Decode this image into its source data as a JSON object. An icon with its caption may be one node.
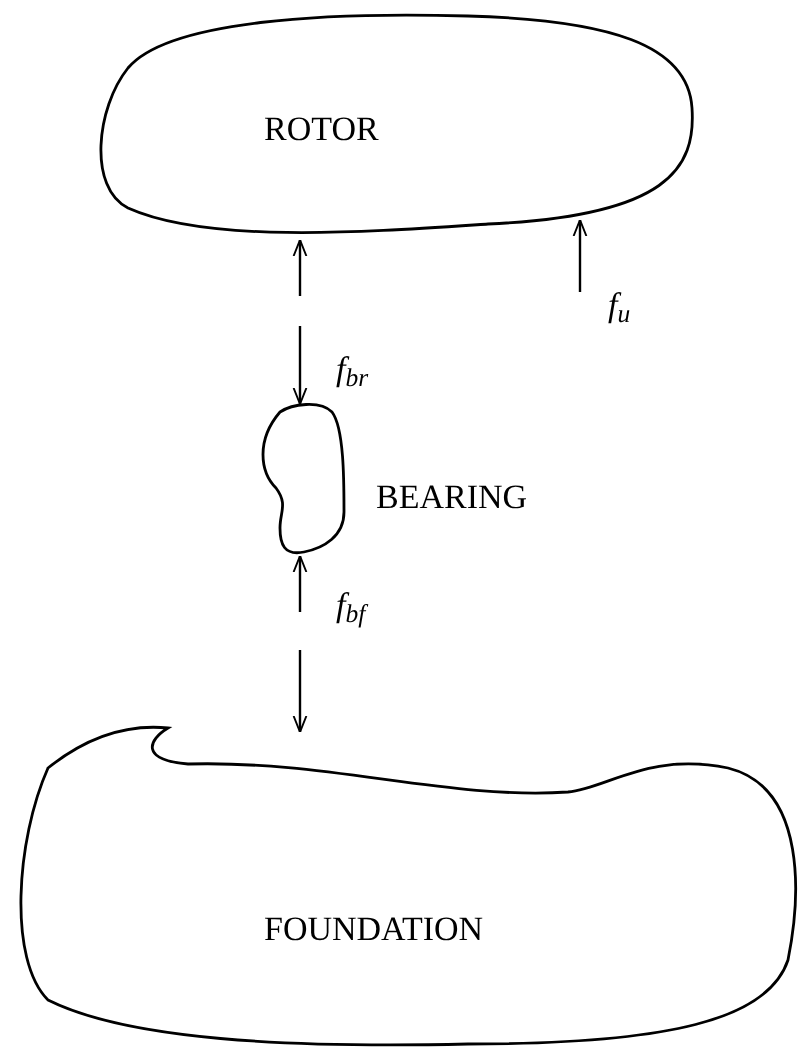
{
  "diagram": {
    "nodes": [
      {
        "text": [
          "ROTOR"
        ]
      },
      {
        "text": [
          "BEARING"
        ]
      },
      {
        "text": [
          "FOUNDATION"
        ]
      }
    ],
    "labels": [
      "f$_{br}$",
      "f$_{bf}$",
      "f$_{u}$"
    ]
  }
}
